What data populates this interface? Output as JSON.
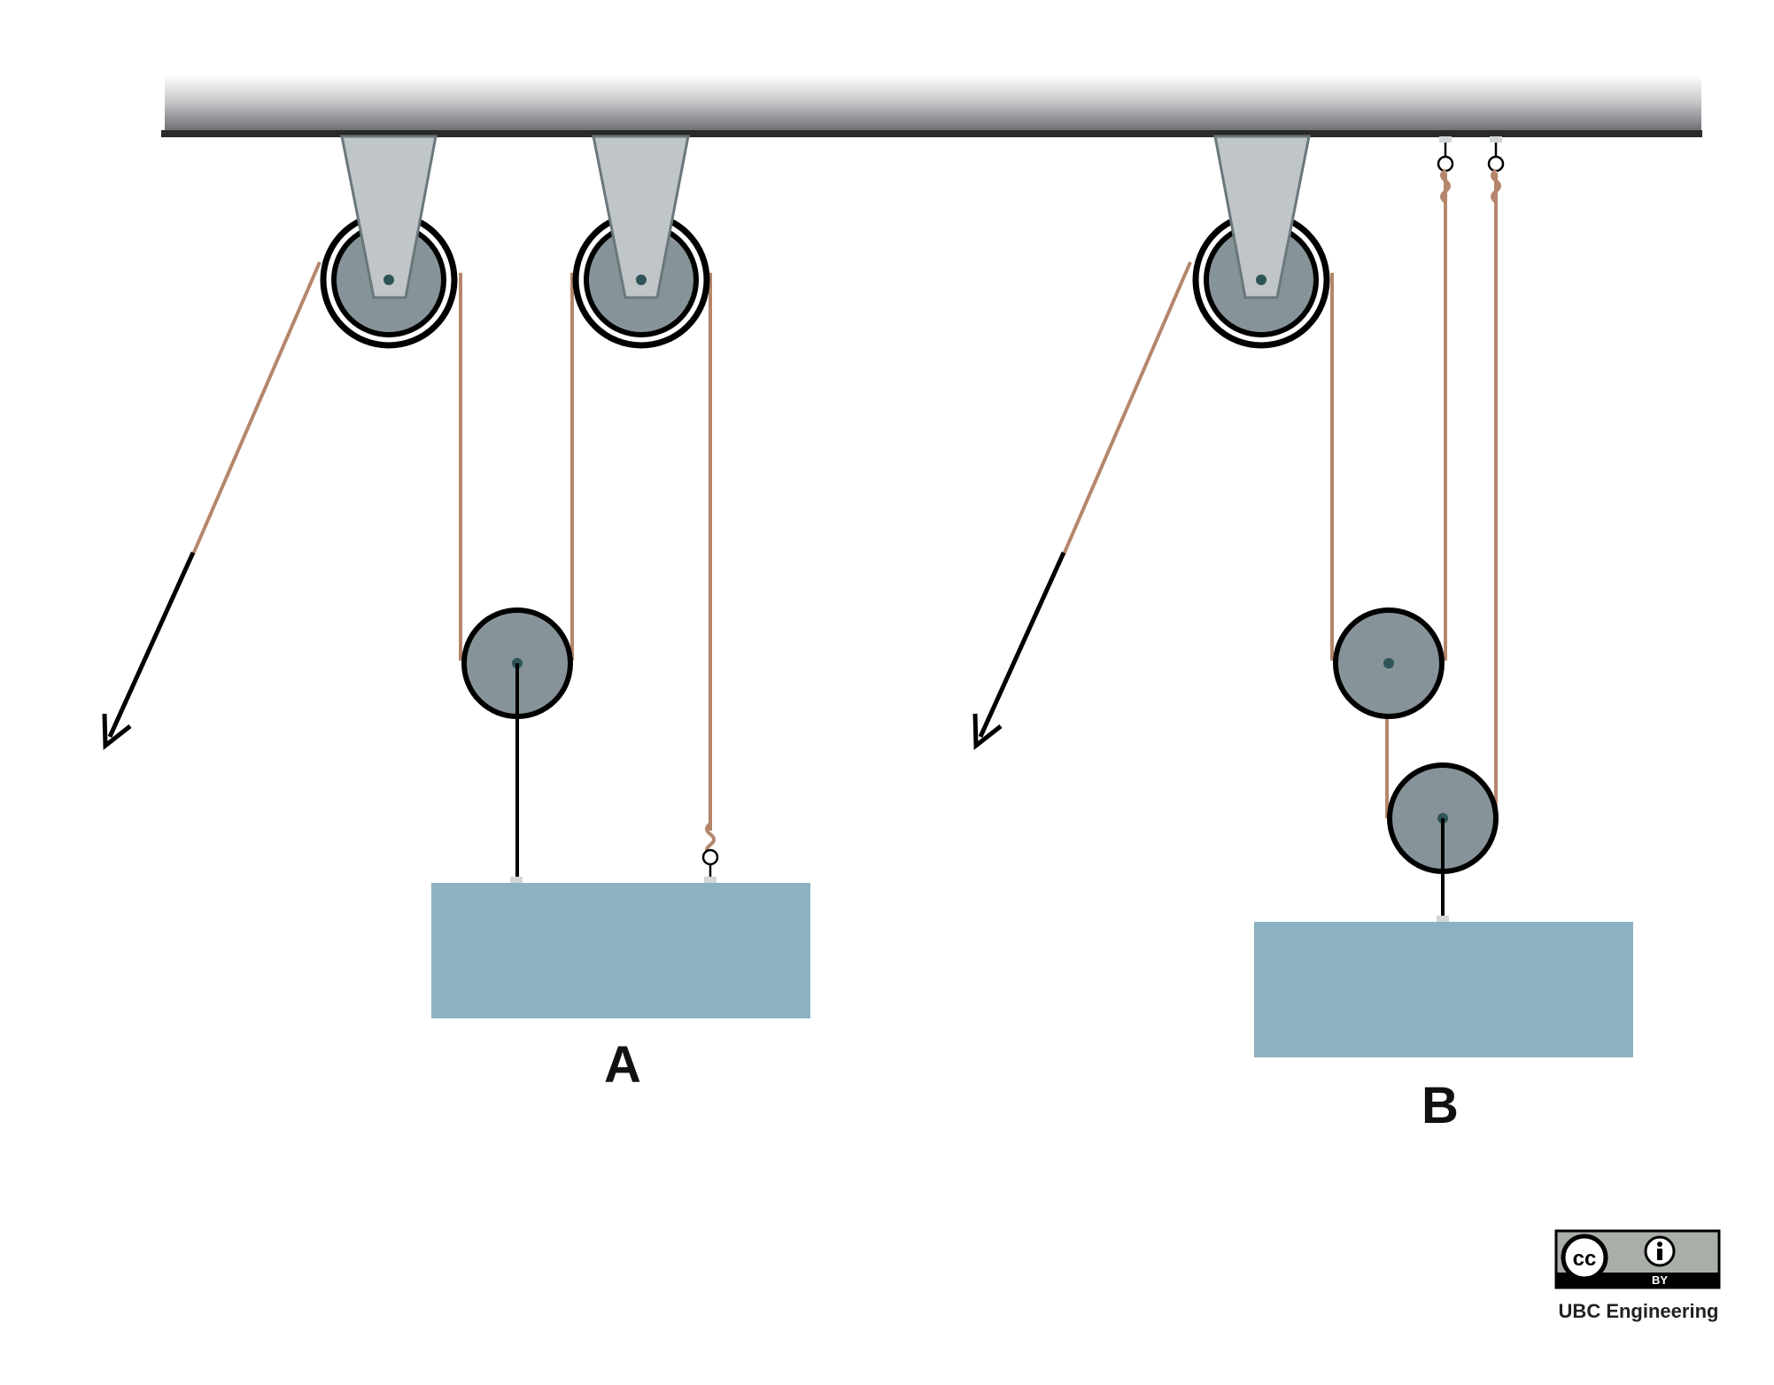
{
  "systems": [
    {
      "label": "A"
    },
    {
      "label": "B"
    }
  ],
  "license": {
    "badge_text": "BY",
    "credit": "UBC Engineering"
  },
  "colors": {
    "ceiling_dark": "#2a2a2a",
    "ceiling_light": "#f4f4f4",
    "bracket": "#c0c5c8",
    "pulley_fill": "#86949a",
    "pulley_axle": "#2e5457",
    "rope": "#b5866b",
    "block": "#8cb1c1",
    "badge_grey": "#a9aea8"
  }
}
